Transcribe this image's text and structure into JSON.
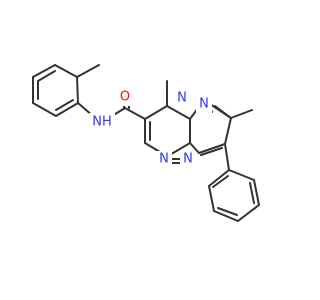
{
  "molecule": {
    "colors": {
      "bond": "#333333",
      "carbon": "#333333",
      "nitrogen": "#3333ff",
      "oxygen": "#ff0d0d",
      "background": "#ffffff"
    },
    "labels": {
      "oxygen": "O",
      "amide_nh": "NH",
      "n_pyrazole_bridge": "N",
      "n_pyrazole": "N",
      "n_triazine_a": "N",
      "n_triazine_b": "N"
    }
  }
}
